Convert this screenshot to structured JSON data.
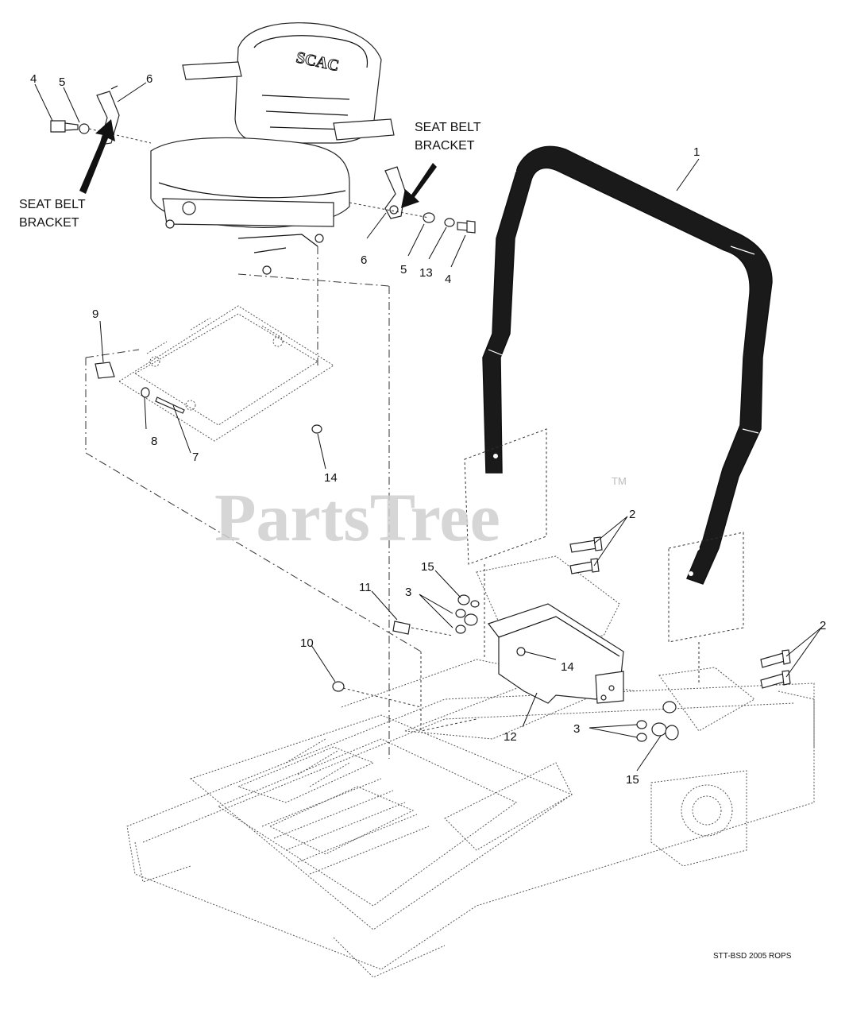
{
  "diagram": {
    "watermark": {
      "brand": "PartsTree",
      "tm": "TM"
    },
    "seat_logo": "SCAC",
    "footer_code": "STT-BSD 2005 ROPS",
    "callouts": {
      "seat_belt_bracket_left": [
        "SEAT BELT",
        "BRACKET"
      ],
      "seat_belt_bracket_right": [
        "SEAT BELT",
        "BRACKET"
      ]
    },
    "part_labels": {
      "p1": "1",
      "p2a": "2",
      "p2b": "2",
      "p3a": "3",
      "p3b": "3",
      "p4a": "4",
      "p4b": "4",
      "p5a": "5",
      "p5b": "5",
      "p6a": "6",
      "p6b": "6",
      "p7": "7",
      "p8": "8",
      "p9": "9",
      "p10": "10",
      "p11": "11",
      "p12": "12",
      "p13": "13",
      "p14a": "14",
      "p14b": "14",
      "p15a": "15",
      "p15b": "15"
    }
  }
}
